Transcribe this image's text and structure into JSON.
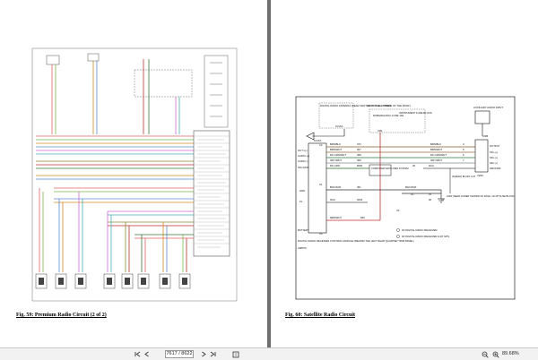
{
  "left_page": {
    "caption": "Fig. 59: Premium Radio Circuit (2 of 2)"
  },
  "right_page": {
    "caption": "Fig. 60: Satellite Radio Circuit",
    "labels": {
      "antenna": "DIGITAL RADIO ANTENNA (REAR CENTER OF THE OUTSIDE OF THE ROOF)",
      "coax_top": "COAX",
      "hot": "HOT AT ALL TIMES",
      "fuse": "RVBAMAG/DLC FUSE 10A",
      "ifb": "INSTRUMENT FUSE BLOCK",
      "aux": "AUXILIARY AUDIO INPUT",
      "coax_left": "COAX",
      "out_l": "OUT L(-)",
      "audio_p": "AUDIO (+)",
      "audio_n": "AUDIO (-)",
      "sig_data": "SIG DATA",
      "gnd": "GND",
      "kl": "KL",
      "battery": "BATTERY",
      "usb": "USB",
      "output": "OUTPUT",
      "sig1": "SIG (+)",
      "sig2": "SIG (+)",
      "sig3": "SIG (+)",
      "ground": "GROUND",
      "x2": "X2",
      "x1": "X1",
      "x3": "X3",
      "x4": "X4",
      "x230": "X230",
      "x2e": "X2E",
      "wire1": "BRN/BLK",
      "wire2": "BRN/WHT",
      "wire3": "DK GRN/WHT",
      "wire4": "GRY/WHT",
      "wire5": "DK GRN",
      "wire6": "BLK/WHT",
      "wire7": "NCA",
      "wire8": "RED/WHT",
      "wire9": "BLK/WHT",
      "wire10": "NCA",
      "csds": "COMPUTER DATA LINES SYSTEM",
      "module": "DIGITAL RADIO RECEIVER CONTROL MODULE (BEHIND THE LEFT REAR QUARTER TRIM PANEL)",
      "g303": "G303 (NEAR LOWER CENTER OF DASH, ON I/P FUSE BLOCK)",
      "shield": "(SHIELD) BLUNT CUT",
      "legend1": "W/ DIGITAL RADIO RECEIVER",
      "legend2": "W/ DIGITAL RADIO RECEIVER & W/ GPS",
      "fig_no": "A08676",
      "n372": "372",
      "n367": "367",
      "n368": "368",
      "n369": "369",
      "n5060": "5060",
      "n451": "451",
      "n2063": "2063",
      "n840": "840",
      "n4": "4",
      "n5": "5",
      "n6": "6",
      "n7": "7",
      "n14": "14",
      "n15": "15",
      "n20": "20",
      "n21": "21",
      "n26": "26"
    }
  },
  "toolbar": {
    "page_value": "7617 / 8622",
    "zoom": "89.68%",
    "icons": [
      "first-page-icon",
      "prev-page-icon",
      "next-page-icon",
      "last-page-icon",
      "fit-page-icon",
      "zoom-out-icon",
      "zoom-in-icon"
    ]
  }
}
